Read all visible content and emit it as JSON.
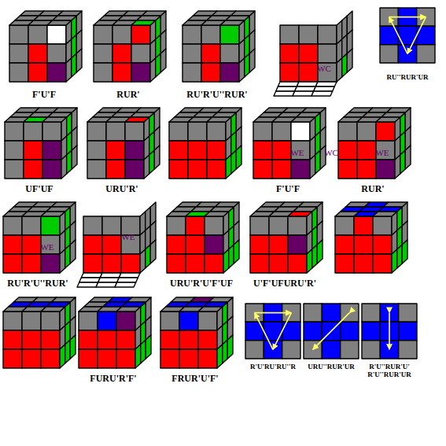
{
  "diagram": {
    "labels": [
      "F'U'F",
      "RUR'",
      "RU'R'U''RUR'",
      "WC",
      "RU''RUR'UR",
      "WC",
      "UF'UF",
      "WC",
      "URU'R'",
      "WE",
      "F'U'F",
      "WE",
      "RUR'",
      "WE",
      "RU'R'U''RUR'",
      "WE",
      "URU'R'U'F'UF",
      "U'F'UFURU'R'",
      "FURU'R'F'",
      "FRUR'U'F'",
      "R'U'RU'RU''R",
      "URU''RUR'UR",
      "R'U''RUR'U' R'U''RUR'UR"
    ]
  }
}
